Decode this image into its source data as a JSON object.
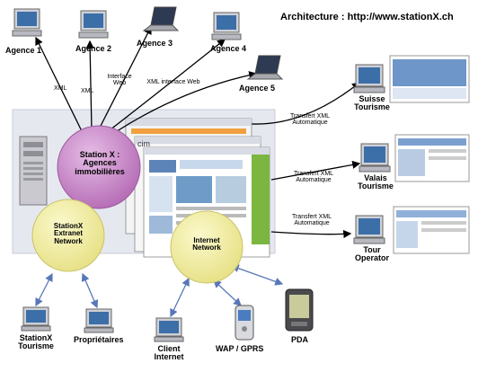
{
  "title": "Architecture : http://www.stationX.ch",
  "agencies": [
    "Agence 1",
    "Agence 2",
    "Agence 3",
    "Agence 4",
    "Agence 5"
  ],
  "connections": {
    "xml": "XML",
    "web_interface": "Interface Web",
    "xml_web_interface": "XML interface Web",
    "transfer": "Transfert XML Automatique"
  },
  "hubs": {
    "station": "Station X : Agences immobilières",
    "extranet": "StationX Extranet Network",
    "internet": "Internet Network"
  },
  "partners": [
    "Suisse Tourisme",
    "Valais Tourisme",
    "Tour Operator"
  ],
  "clients": [
    "StationX Tourisme",
    "Propriétaires",
    "Client Internet",
    "WAP / GPRS",
    "PDA"
  ],
  "colors": {
    "station_circle": "#c985c9",
    "network_circle": "#f2ee9e",
    "arrow": "#000000",
    "client_arrow": "#5877b8",
    "screen": "#3c6ea8",
    "panel": "#e6e8f0"
  },
  "icons": {
    "desktop": "desktop-computer-icon",
    "laptop": "laptop-icon",
    "server": "server-tower-icon",
    "phone": "mobile-phone-icon",
    "pda": "pda-icon"
  }
}
